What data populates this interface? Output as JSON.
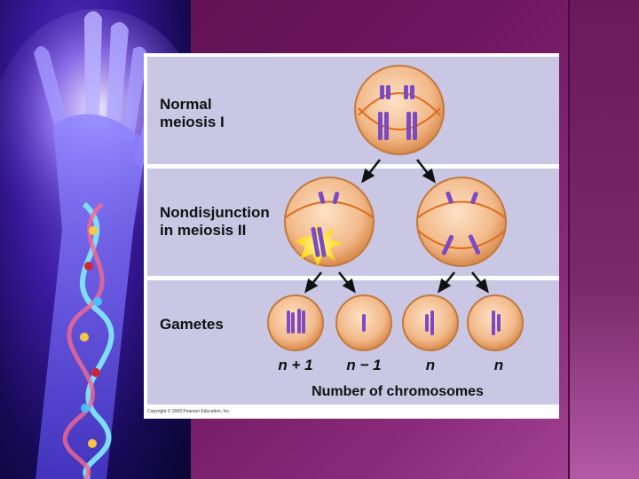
{
  "rows": [
    {
      "label": "Normal\nmeiosis I"
    },
    {
      "label": "Nondisjunction\nin meiosis II"
    },
    {
      "label": "Gametes"
    }
  ],
  "gamete_counts": [
    {
      "text": "n + 1"
    },
    {
      "text": "n − 1"
    },
    {
      "text": "n"
    },
    {
      "text": "n"
    }
  ],
  "axis_caption": "Number of chromosomes",
  "copyright": "Copyright © 2009 Pearson Education, Inc.",
  "colors": {
    "cell_fill": "#f2b98a",
    "cell_edge": "#d98a4c",
    "chromosome": "#7b4bc4",
    "spindle": "#e06a1c",
    "panel_band": "#c9c7e4",
    "highlight": "#ffe23a"
  }
}
